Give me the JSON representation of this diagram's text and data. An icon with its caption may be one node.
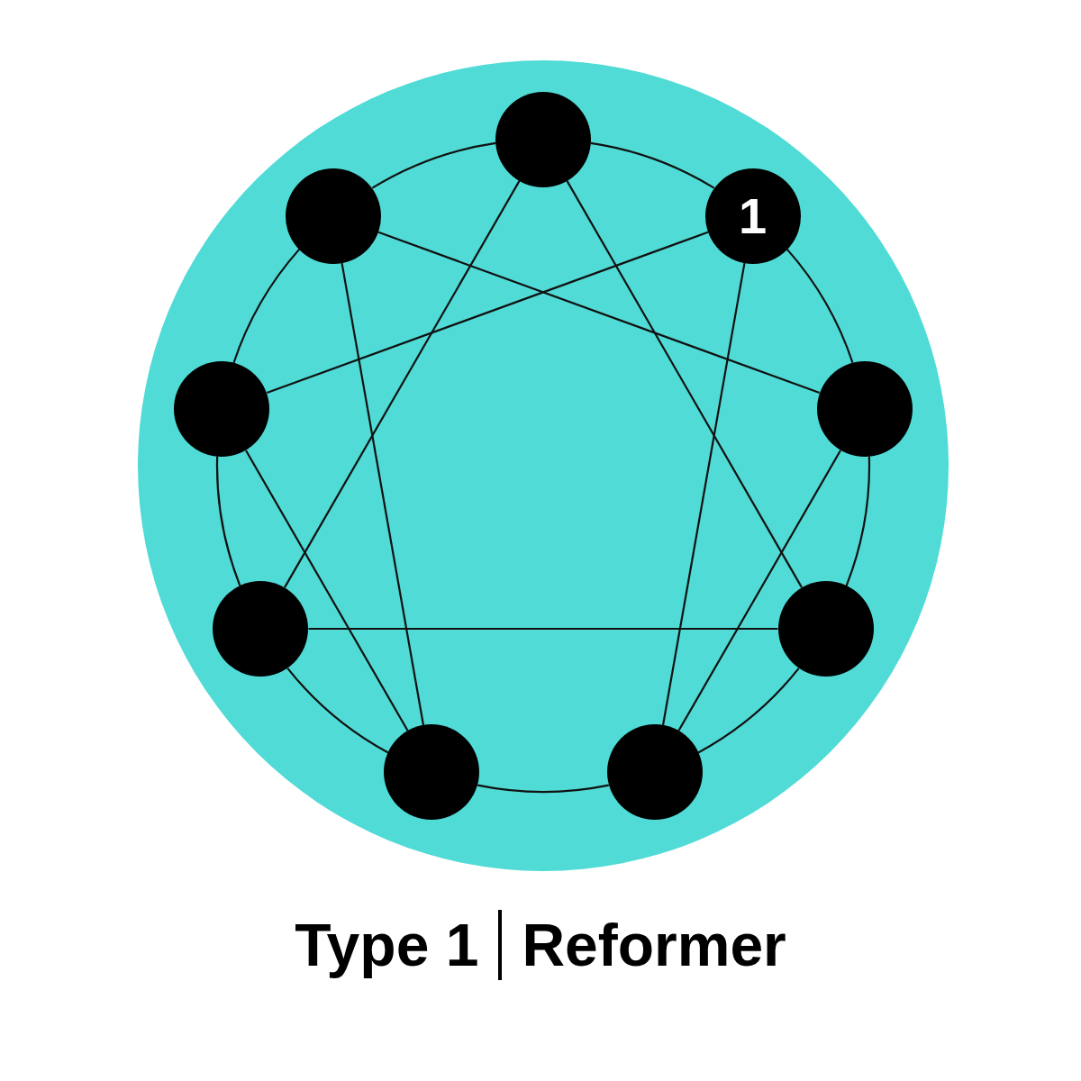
{
  "diagram": {
    "nodes": [
      {
        "text": [],
        "shape": "circle"
      },
      {
        "text": [],
        "shape": "circle"
      },
      {
        "text": [
          "1"
        ]
      },
      {
        "text": [],
        "shape": "circle"
      },
      {
        "text": [],
        "shape": "circle"
      },
      {
        "text": [],
        "shape": "circle"
      },
      {
        "text": [],
        "shape": "circle"
      },
      {
        "text": [],
        "shape": "circle"
      },
      {
        "text": [],
        "shape": "circle"
      }
    ],
    "edges": [
      {
        "from": 0,
        "to": 2,
        "arrow": "none"
      },
      {
        "from": 2,
        "to": 4,
        "arrow": "none"
      },
      {
        "from": 4,
        "to": 6,
        "arrow": "none"
      },
      {
        "from": 6,
        "to": 8,
        "arrow": "none"
      },
      {
        "from": 8,
        "to": 7,
        "arrow": "none"
      },
      {
        "from": 7,
        "to": 5,
        "arrow": "none"
      },
      {
        "from": 5,
        "to": 3,
        "arrow": "none"
      },
      {
        "from": 3,
        "to": 1,
        "arrow": "none"
      },
      {
        "from": 1,
        "to": 0,
        "arrow": "none"
      },
      {
        "from": 0,
        "to": 6,
        "arrow": "none"
      },
      {
        "from": 6,
        "to": 5,
        "arrow": "none"
      },
      {
        "from": 5,
        "to": 0,
        "arrow": "none"
      },
      {
        "from": 2,
        "to": 8,
        "arrow": "none"
      },
      {
        "from": 8,
        "to": 4,
        "arrow": "none"
      },
      {
        "from": 4,
        "to": 1,
        "arrow": "none"
      },
      {
        "from": 1,
        "to": 7,
        "arrow": "none"
      },
      {
        "from": 7,
        "to": 3,
        "arrow": "none"
      },
      {
        "from": 3,
        "to": 2,
        "arrow": "none"
      }
    ],
    "labels": [
      "Type 1",
      "Reformer"
    ]
  }
}
